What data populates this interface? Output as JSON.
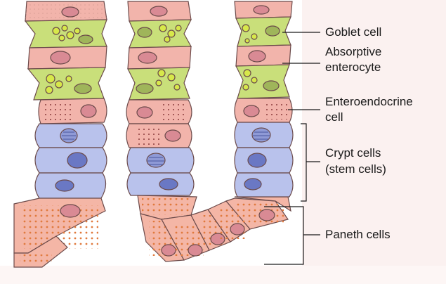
{
  "labels": {
    "goblet": "Goblet cell",
    "absorptive_1": "Absorptive",
    "absorptive_2": "enterocyte",
    "enteroendocrine_1": "Enteroendocrine",
    "enteroendocrine_2": "cell",
    "crypt_1": "Crypt cells",
    "crypt_2": "(stem cells)",
    "paneth": "Paneth cells"
  },
  "colors": {
    "absorptive": "#f2b4ab",
    "goblet": "#c9df7a",
    "goblet_granule": "#d7e84a",
    "stem": "#b9c2ec",
    "stem_nucleus": "#6a78c4",
    "paneth": "#f4b6a6",
    "paneth_granule": "#e07a3e",
    "nucleus": "#d98a94",
    "outline": "#6b4a4a"
  }
}
